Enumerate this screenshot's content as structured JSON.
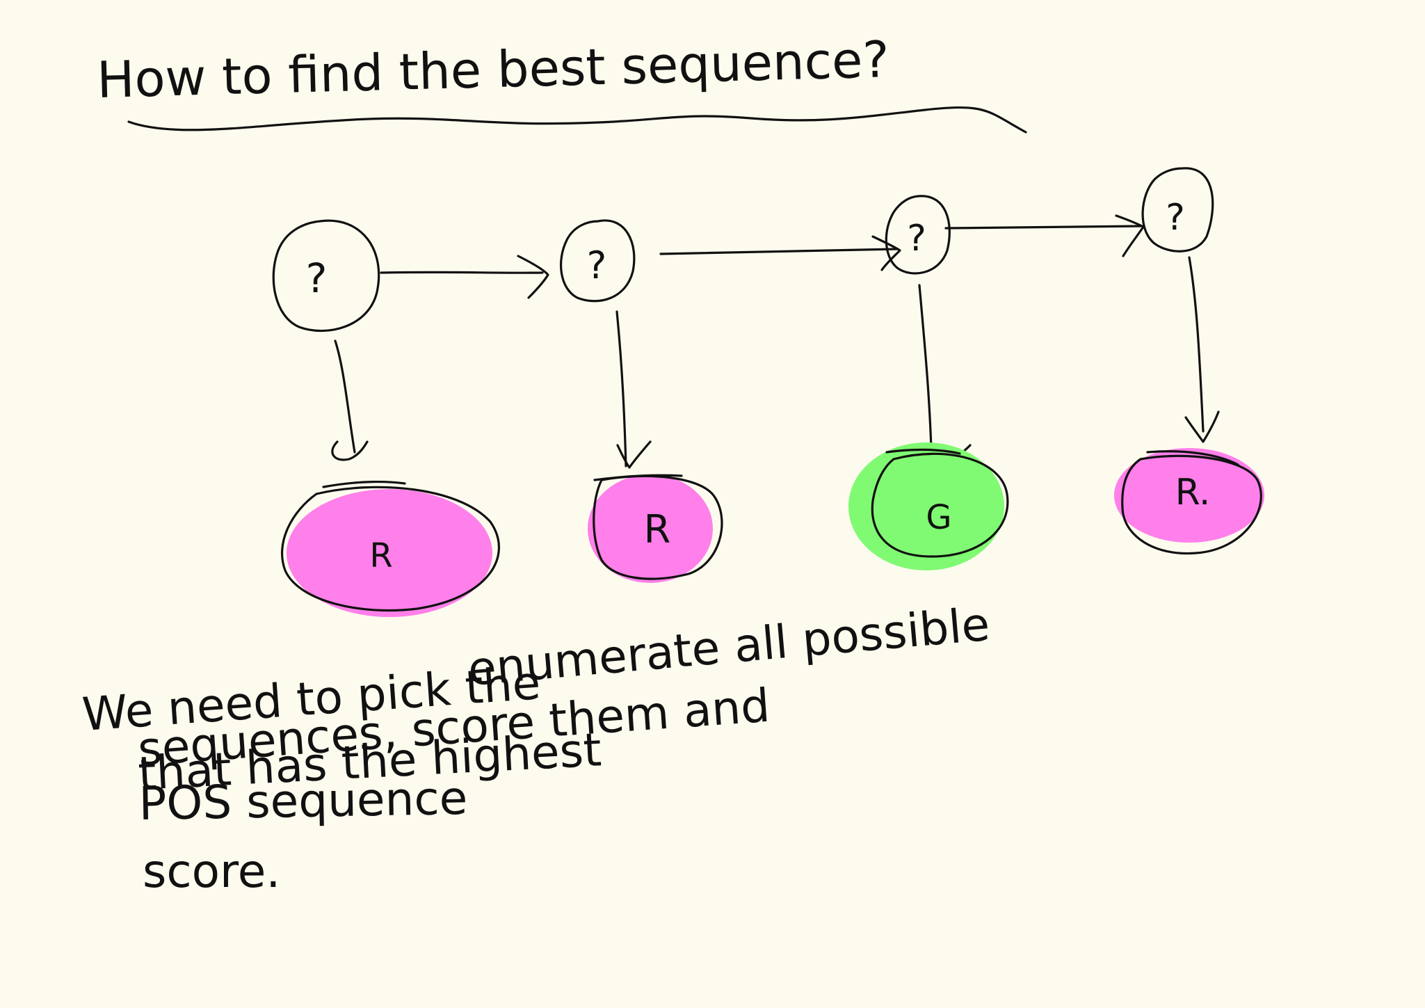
{
  "title": "How to find the best sequence?",
  "hidden_states": [
    {
      "label": "?"
    },
    {
      "label": "?"
    },
    {
      "label": "?"
    },
    {
      "label": "?"
    }
  ],
  "observations": [
    {
      "label": "R",
      "color": "#ff80ea"
    },
    {
      "label": "R",
      "color": "#ff80ea"
    },
    {
      "label": "G",
      "color": "#80fa72"
    },
    {
      "label": "R.",
      "color": "#ff80ea"
    }
  ],
  "note_lines": [
    "enumerate all possible",
    "We need to                            pick the",
    "sequences, score them and",
    "                                                  that has the highest",
    "POS sequence",
    "score."
  ],
  "colors": {
    "ink": "#111111",
    "background": "#fdfbee",
    "pink": "#ff80ea",
    "green": "#80fa72"
  }
}
